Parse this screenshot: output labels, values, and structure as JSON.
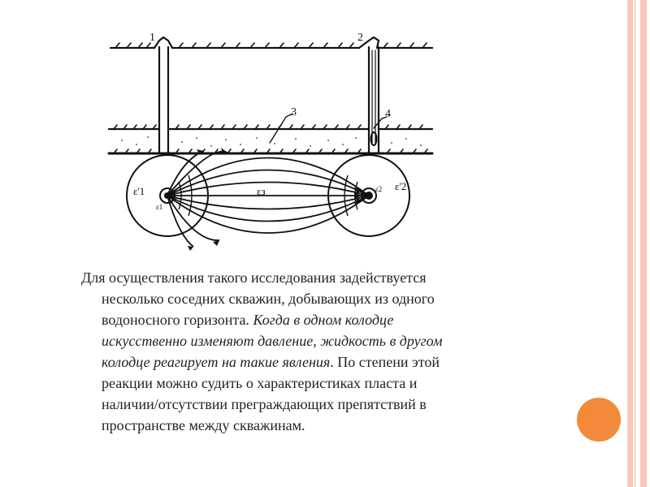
{
  "diagram": {
    "well_labels": [
      "1",
      "2"
    ],
    "layer_label": "3",
    "gauge_label": "4",
    "zone_labels": {
      "outer_left": "ε'1",
      "inner_left": "ε1",
      "middle": "εз",
      "outer_right": "ε'2",
      "inner_right": "ε2"
    }
  },
  "text": {
    "bullet": "",
    "line1": "Для осуществления такого исследования задействуется",
    "line2": "несколько соседних скважин, добывающих из одного",
    "line3_regular": "водоносного горизонта. ",
    "line3_italic": "Когда в одном колодце",
    "line4_italic": "искусственно изменяют давление, жидкость в другом",
    "line5_italic": "колодце реагирует на такие явления",
    "line5_regular": ". По степени этой",
    "line6": "реакции можно судить о характеристиках пласта и",
    "line7": "наличии/отсутствии преграждающих препятствий в",
    "line8": "пространстве между скважинам."
  }
}
